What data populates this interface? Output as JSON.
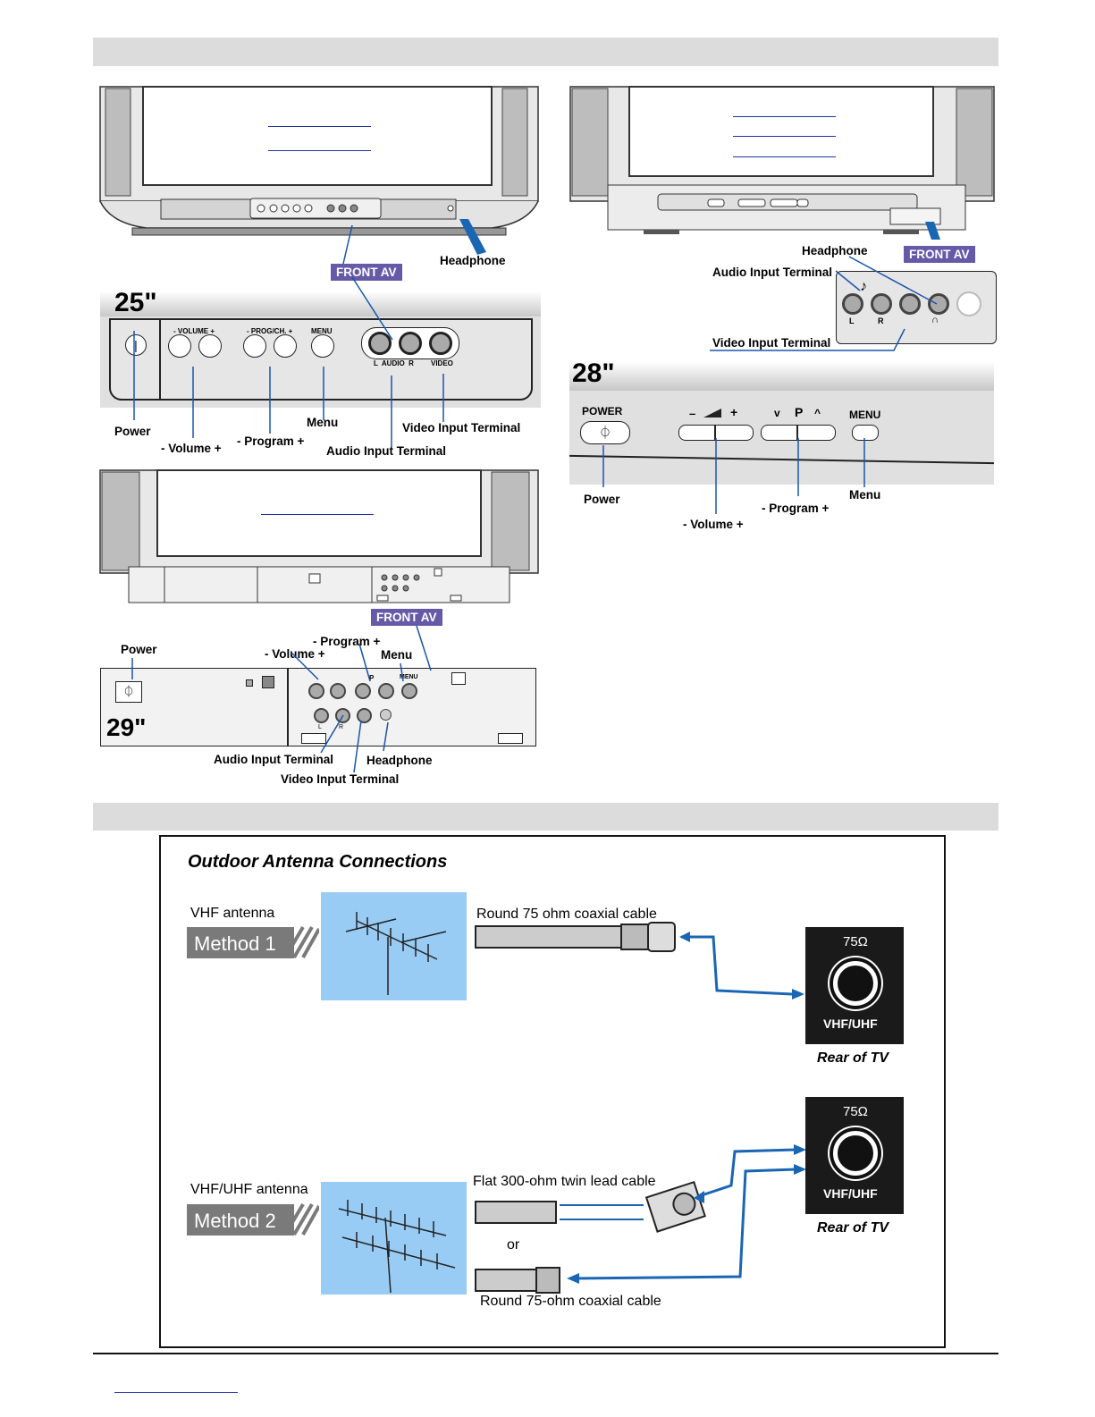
{
  "controls": {
    "tv25": {
      "size": "25\"",
      "panel": {
        "volume": "- VOLUME +",
        "prog": "- PROG/CH. +",
        "menu": "MENU",
        "audio": "L  AUDIO  R",
        "video": "VIDEO"
      },
      "labels": {
        "front_av": "FRONT AV",
        "headphone": "Headphone",
        "power": "Power",
        "volume": "- Volume +",
        "program": "- Program +",
        "menu": "Menu",
        "video_input": "Video Input Terminal",
        "audio_input": "Audio Input Terminal"
      }
    },
    "tv28": {
      "size": "28\"",
      "panel": {
        "power": "POWER",
        "volume_minus": "–",
        "volume_plus": "+",
        "prog_down": "v",
        "prog_p": "P",
        "prog_up": "^",
        "menu": "MENU",
        "jack_l": "L",
        "jack_r": "R"
      },
      "labels": {
        "front_av": "FRONT AV",
        "headphone": "Headphone",
        "audio_input": "Audio Input Terminal",
        "video_input": "Video Input Terminal",
        "power": "Power",
        "volume": "- Volume +",
        "program": "- Program +",
        "menu": "Menu"
      }
    },
    "tv29": {
      "size": "29\"",
      "panel": {
        "menu": "MENU",
        "p": "P",
        "jack_l": "L",
        "jack_r": "R"
      },
      "labels": {
        "front_av": "FRONT AV",
        "power": "Power",
        "volume": "- Volume +",
        "program": "- Program +",
        "menu": "Menu",
        "audio_input": "Audio Input Terminal",
        "headphone": "Headphone",
        "video_input": "Video Input Terminal"
      }
    }
  },
  "antenna": {
    "title": "Outdoor Antenna Connections",
    "method1": {
      "antenna": "VHF antenna",
      "method": "Method 1",
      "cable": "Round 75 ohm coaxial cable",
      "ohm": "75Ω",
      "band": "VHF/UHF",
      "rear": "Rear of TV"
    },
    "method2": {
      "antenna": "VHF/UHF antenna",
      "method": "Method 2",
      "cable_flat": "Flat 300-ohm twin lead cable",
      "or": "or",
      "cable_round": "Round 75-ohm coaxial cable",
      "ohm": "75Ω",
      "band": "VHF/UHF",
      "rear": "Rear of TV"
    }
  },
  "colors": {
    "front_av_tag": "#6659a8",
    "section_bar": "#dcdcdc",
    "antenna_bg": "#99ccf5",
    "arrow_blue": "#1a66b3",
    "blank_line": "#2233aa"
  }
}
